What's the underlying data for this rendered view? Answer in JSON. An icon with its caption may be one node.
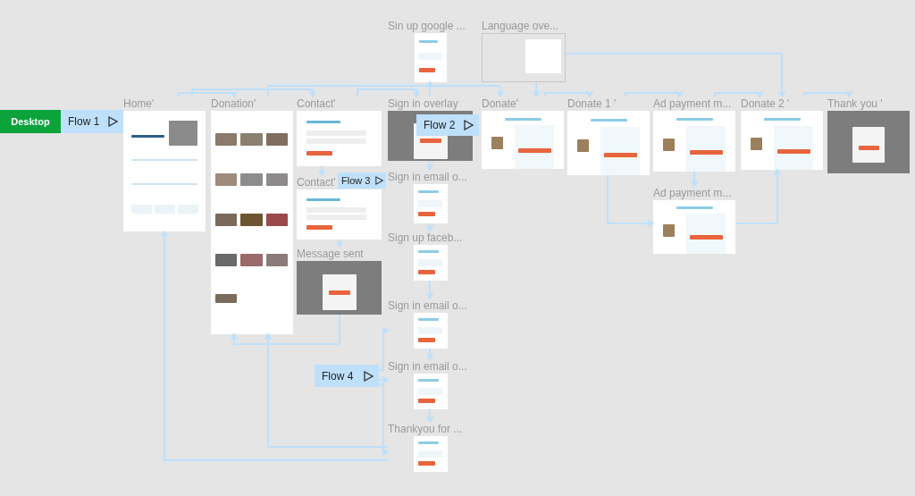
{
  "diagram": {
    "nodes": [
      {
        "text": [
          "Desktop"
        ]
      },
      {
        "text": [
          "Flow 1"
        ]
      },
      {
        "text": [
          "Home'"
        ]
      },
      {
        "text": [
          "Donation'"
        ]
      },
      {
        "text": [
          "Contact'"
        ]
      },
      {
        "text": [
          "Sign in overlay"
        ]
      },
      {
        "text": [
          "Flow 2"
        ]
      },
      {
        "text": [
          "Donate'"
        ]
      },
      {
        "text": [
          "Donate 1 '"
        ]
      },
      {
        "text": [
          "Ad payment m..."
        ]
      },
      {
        "text": [
          "Donate 2 '"
        ]
      },
      {
        "text": [
          "Thank you '"
        ]
      },
      {
        "text": [
          "Sin up google ..."
        ]
      },
      {
        "text": [
          "Language ove..."
        ]
      },
      {
        "text": [
          "Contact'"
        ]
      },
      {
        "text": [
          "Flow 3"
        ]
      },
      {
        "text": [
          "Sign in email o..."
        ]
      },
      {
        "text": [
          "Message sent"
        ]
      },
      {
        "text": [
          "Sign up faceb..."
        ]
      },
      {
        "text": [
          "Ad payment m..."
        ]
      },
      {
        "text": [
          "Sign in email o..."
        ]
      },
      {
        "text": [
          "Sign in email o..."
        ]
      },
      {
        "text": [
          "Flow 4"
        ]
      },
      {
        "text": [
          "Thankyou for ..."
        ]
      }
    ],
    "edges": [
      {
        "from": 2,
        "to": 3,
        "arrow": "to"
      },
      {
        "from": 3,
        "to": 7,
        "arrow": "to"
      },
      {
        "from": 7,
        "to": 8,
        "arrow": "to"
      },
      {
        "from": 8,
        "to": 9,
        "arrow": "to"
      },
      {
        "from": 9,
        "to": 10,
        "arrow": "to"
      },
      {
        "from": 10,
        "to": 11,
        "arrow": "to"
      },
      {
        "from": 2,
        "to": 4,
        "arrow": "to"
      },
      {
        "from": 4,
        "to": 5,
        "arrow": "to"
      },
      {
        "from": 5,
        "to": 12,
        "arrow": "to"
      },
      {
        "from": 13,
        "to": 7,
        "arrow": "to"
      },
      {
        "from": 13,
        "to": 10,
        "arrow": "to"
      },
      {
        "from": 9,
        "to": 19,
        "arrow": "to"
      },
      {
        "from": 19,
        "to": 10,
        "arrow": "to"
      },
      {
        "from": 8,
        "to": 19,
        "arrow": "to"
      },
      {
        "from": 4,
        "to": 14,
        "arrow": "to"
      },
      {
        "from": 14,
        "to": 17,
        "arrow": "to"
      },
      {
        "from": 17,
        "to": 3,
        "arrow": "to"
      },
      {
        "from": 23,
        "to": 2,
        "arrow": "to"
      },
      {
        "from": 23,
        "to": 3,
        "arrow": "to"
      },
      {
        "from": 22,
        "to": 20,
        "arrow": "to"
      },
      {
        "from": 22,
        "to": 21,
        "arrow": "to"
      },
      {
        "from": 22,
        "to": 23,
        "arrow": "to"
      },
      {
        "from": 5,
        "to": 16,
        "arrow": "to"
      },
      {
        "from": 16,
        "to": 18,
        "arrow": "to"
      },
      {
        "from": 18,
        "to": 20,
        "arrow": "to"
      },
      {
        "from": 20,
        "to": 21,
        "arrow": "to"
      },
      {
        "from": 21,
        "to": 23,
        "arrow": "to"
      }
    ]
  }
}
